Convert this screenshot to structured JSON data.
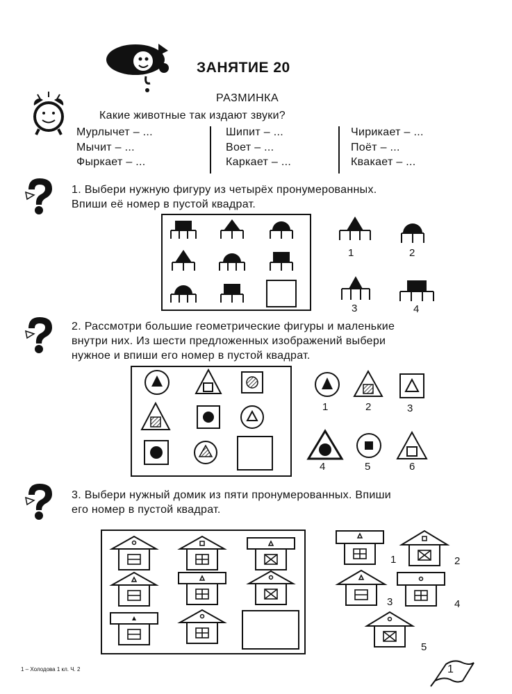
{
  "header": {
    "title": "ЗАНЯТИЕ 20"
  },
  "warmup": {
    "title": "РАЗМИНКА",
    "question": "Какие животные так издают звуки?",
    "col1": [
      "Мурлычет – ...",
      "Мычит – ...",
      "Фыркает – ..."
    ],
    "col2": [
      "Шипит – ...",
      "Воет – ...",
      "Каркает – ..."
    ],
    "col3": [
      "Чирикает – ...",
      "Поёт – ...",
      "Квакает – ..."
    ]
  },
  "task1": {
    "line1": "1. Выбери нужную фигуру из четырёх пронумерованных.",
    "line2": "Впиши её номер в пустой квадрат.",
    "options": [
      "1",
      "2",
      "3",
      "4"
    ]
  },
  "task2": {
    "line1": "2. Рассмотри большие геометрические фигуры и маленькие",
    "line2": "внутри них. Из шести предложенных изображений выбери",
    "line3": "нужное и впиши его номер в пустой квадрат.",
    "options": [
      "1",
      "2",
      "3",
      "4",
      "5",
      "6"
    ]
  },
  "task3": {
    "line1": "3. Выбери нужный домик из пяти пронумерованных. Впиши",
    "line2": "его номер в пустой квадрат.",
    "options": [
      "1",
      "2",
      "3",
      "4",
      "5"
    ]
  },
  "footer": {
    "text": "1 – Холодова 1 кл. Ч. 2",
    "page_number": "1"
  }
}
